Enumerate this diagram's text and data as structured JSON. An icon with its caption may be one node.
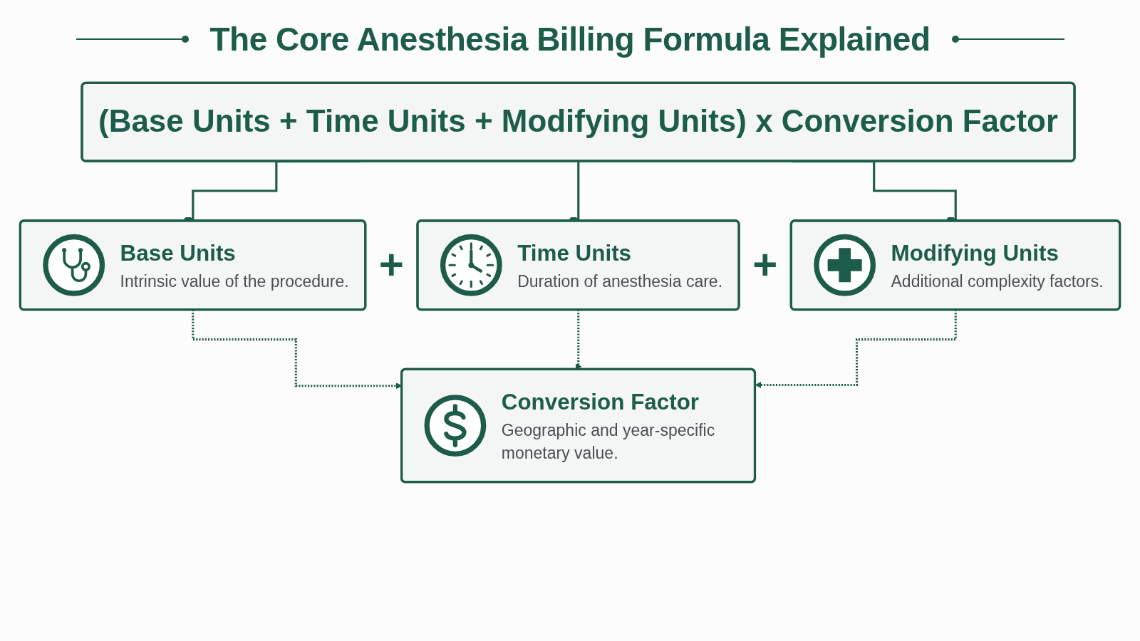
{
  "diagram": {
    "title": "The Core Anesthesia Billing Formula Explained",
    "nodes": [
      {
        "text": [
          "(Base Units + Time Units + Modifying Units) x Conversion Factor"
        ]
      },
      {
        "text": [
          "Base Units",
          "Intrinsic value of the procedure."
        ]
      },
      {
        "text": [
          "Time Units",
          "Duration of anesthesia care."
        ]
      },
      {
        "text": [
          "Modifying Units",
          "Additional complexity factors."
        ]
      },
      {
        "text": [
          "Conversion Factor",
          "Geographic and year-specific monetary value."
        ]
      }
    ],
    "edges": [
      {
        "from": 0,
        "to": 1,
        "arrow": "other"
      },
      {
        "from": 0,
        "to": 2,
        "arrow": "other"
      },
      {
        "from": 0,
        "to": 3,
        "arrow": "other"
      },
      {
        "from": 1,
        "to": 4,
        "arrow": "to",
        "style": "dashed"
      },
      {
        "from": 2,
        "to": 4,
        "arrow": "to",
        "style": "dashed"
      },
      {
        "from": 3,
        "to": 4,
        "arrow": "to",
        "style": "dashed"
      }
    ],
    "labels": [
      "+",
      "+"
    ]
  }
}
